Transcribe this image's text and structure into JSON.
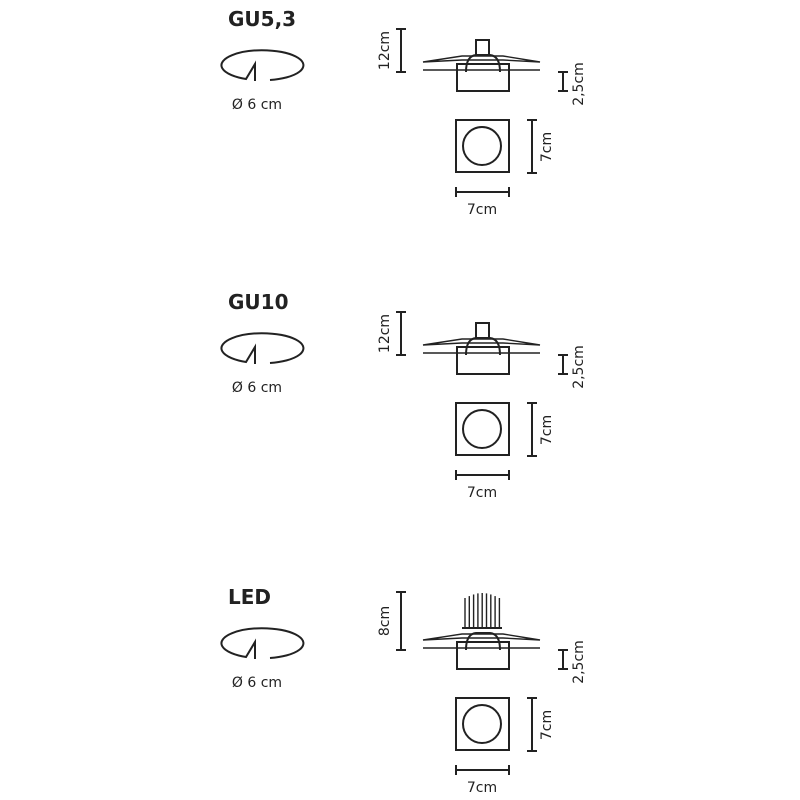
{
  "sections": [
    {
      "title": "GU5,3",
      "cutout_label": "Ø 6 cm",
      "height_label": "12cm",
      "recess_label": "2,5cm",
      "width_label": "7cm",
      "depth_label": "7cm",
      "top": "cap"
    },
    {
      "title": "GU10",
      "cutout_label": "Ø 6 cm",
      "height_label": "12cm",
      "recess_label": "2,5cm",
      "width_label": "7cm",
      "depth_label": "7cm",
      "top": "cap"
    },
    {
      "title": "LED",
      "cutout_label": "Ø 6 cm",
      "height_label": "8cm",
      "recess_label": "2,5cm",
      "width_label": "7cm",
      "depth_label": "7cm",
      "top": "fins"
    }
  ],
  "colors": {
    "ink": "#222222",
    "background": "#ffffff"
  }
}
